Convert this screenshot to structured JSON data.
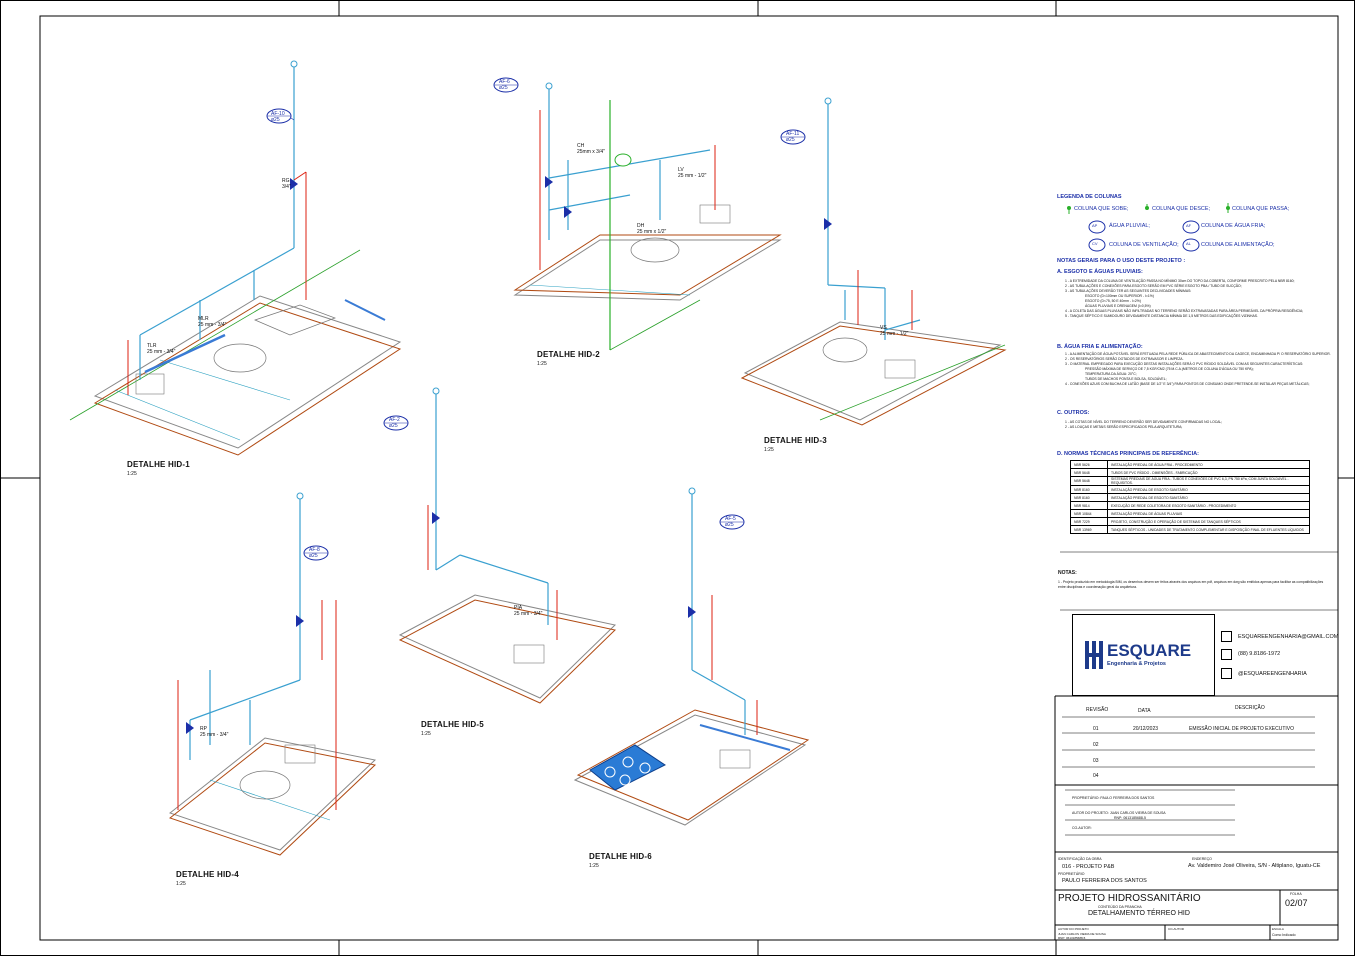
{
  "details": [
    {
      "title": "DETALHE HID-1",
      "scale": "1:25"
    },
    {
      "title": "DETALHE HID-2",
      "scale": "1:25"
    },
    {
      "title": "DETALHE HID-3",
      "scale": "1:25"
    },
    {
      "title": "DETALHE HID-4",
      "scale": "1:25"
    },
    {
      "title": "DETALHE HID-5",
      "scale": "1:25"
    },
    {
      "title": "DETALHE HID-6",
      "scale": "1:25"
    }
  ],
  "tags": {
    "hid1_col": [
      "AF-10",
      "ø25"
    ],
    "hid2_col": [
      "AF-6",
      "ø25"
    ],
    "hid3_col": [
      "AF-11",
      "ø25"
    ],
    "hid4_col": [
      "AF-8",
      "ø25"
    ],
    "hid5_col": [
      "AF-2",
      "ø25"
    ],
    "hid6_col": [
      "AF-5",
      "ø25"
    ]
  },
  "pipe_labels": {
    "rg": "RG\n3/4\"",
    "mlr": "MLR\n25 mm - 3/4\"",
    "tlr": "TLR\n25 mm - 3/4\"",
    "ch": "CH\n25mm x 3/4\"",
    "lv": "LV\n25 mm - 1/2\"",
    "vs": "VS\n25 mm - 1/2\"",
    "dh": "DH\n25 mm x 1/2\"",
    "pia": "PIA\n25 mm - 3/4\"",
    "rp": "RP\n25 mm - 3/4\""
  },
  "legend": {
    "title": "LEGENDA DE COLUNAS",
    "items": [
      "COLUNA QUE SOBE;",
      "COLUNA QUE DESCE;",
      "COLUNA QUE PASSA;",
      "ÁGUA PLUVIAL;",
      "COLUNA DE ÁGUA FRIA;",
      "COLUNA DE VENTILAÇÃO;",
      "COLUNA DE ALIMENTAÇÃO;"
    ],
    "badges": [
      "AP",
      "AF",
      "CV",
      "AL"
    ]
  },
  "notes": {
    "title": "NOTAS GERAIS PARA O USO DESTE PROJETO :",
    "section_a": "A. ESGOTO E ÁGUAS PLUVIAIS:",
    "section_b": "B. ÁGUA FRIA E ALIMENTAÇÃO:",
    "section_c": "C. OUTROS:",
    "section_d": "D. NORMAS TÉCNICAS PRINCIPAIS DE REFERÊNCIA:",
    "a_lines": [
      "1 - A EXTREMIDADE DA COLUNA DE VENTILAÇÃO PASSA NO MÍNIMO 30cm DO TOPO DA COBERTA, CONFORME PRESCRITO PELA NBR 8160;",
      "2 - AS TUBULAÇÕES E CONEXÕES PARA ESGOTO SERÃO EM PVC SÉRIE ESGOTO PBA / TUBO DE SUCÇÃO;",
      "3 - AS TUBULAÇÕES DEVERÃO TER AS SEGUINTES DECLIVIDADES MÍNIMAS:",
      "ESGOTO (D<100mm OU SUPERIOR - I=1%)",
      "ESGOTO (D<75, 50 E 40mm - I=2%)",
      "ÁGUAS PLUVIAIS E DRENAGEM (I=0,5%)",
      "4 - A COLETA DAS ÁGUAS PLUVIAIS NÃO INFILTRADAS NO TERRENO SERÃO EXTRAVASADAS PARA ÁREA PERMEÁVEL DA PRÓPRIA RESIDÊNCIA;",
      "5 - TANQUE SÉPTICO E SUMIDOURO DEVIDAMENTE DISTANCIA MÍNIMA DE 1,5 METROS DAS EDIFICAÇÕES VIZINHAS."
    ],
    "b_lines": [
      "1 - A ALIMENTAÇÃO DE ÁGUA POTÁVEL SERÁ EFETUADA PELA REDE PÚBLICA DE ABASTECIMENTO DA CAGECE, ENCAMINHADA P/ O RESERVATÓRIO SUPERIOR.",
      "2 - OS RESERVATÓRIOS SERÃO DOTADOS DE EXTRAVASOR E LIMPEZA.",
      "3 - O MATERIAL EMPREGADO PARA EXECUÇÃO DESTAS INSTALAÇÕES SERÁ O PVC RÍGIDO SOLDÁVEL COM AS SEGUINTES CARACTERÍSTICAS:",
      "PRESSÃO MÁXIMA DE SERVIÇO DE 7,5 KGF/CM2 (75 M.C.A.)METROS DE COLUNA D'ÁGUA OU 750 KPA);",
      "TEMPERATURA DA ÁGUA: 20°C;",
      "TUBOS DE MACHOS PONTA E BOLSA, SOLDÁVEL;",
      "4 - CONEXÕES AZUIS COM BUCHA DE LATÃO (BASE DE 1/2\" E 3/4\") PARA PONTOS DE CONSUMO ONDE PRETENDE-SE INSTALAR PEÇAS METÁLICAS;"
    ],
    "c_lines": [
      "1 - AS COTAS DE NÍVEL DO TERRENO DEVERÃO SER DEVIDAMENTE CONFIRMADAS NO LOCAL;",
      "2 - AS LOUÇAS E METAIS SERÃO ESPECIFICADOS PELA ARQUITETURA;"
    ]
  },
  "norms": [
    [
      "NBR 5626",
      "INSTALAÇÃO PREDIAL DE ÁGUA FRIA - PROCEDIMENTO"
    ],
    [
      "NBR 5648",
      "TUBOS DE PVC RÍGIDO - DIMENSÕES - FABRICAÇÃO"
    ],
    [
      "NBR 5648",
      "SISTEMAS PREDIAIS DE ÁGUA FRIA - TUBOS E CONEXÕES DE PVC 6,3, PN 750 kPa, COM JUNTA SOLDÁVEL - REQUISITOS."
    ],
    [
      "NBR 8160",
      "INSTALAÇÃO PREDIAL DE ESGOTO SANITÁRIO"
    ],
    [
      "NBR 8160",
      "INSTALAÇÃO PREDIAL DE ESGOTO SANITÁRIO"
    ],
    [
      "NBR 9814",
      "EXECUÇÃO DE REDE COLETORA DE ESGOTO SANITÁRIO - PROCEDIMENTO"
    ],
    [
      "NBR 10844",
      "INSTALAÇÃO PREDIAL DE ÁGUAS PLUVIAIS"
    ],
    [
      "NBR 7229",
      "PROJETO, CONSTRUÇÃO E OPERAÇÃO DE SISTEMAS DE TANQUES SÉPTICOS"
    ],
    [
      "NBR 13969",
      "TANQUES SÉPTICOS - UNIDADES DE TRATAMENTO COMPLEMENTAR E DISPOSIÇÃO FINAL DE EFLUENTES LÍQUIDOS"
    ]
  ],
  "notas": {
    "title": "NOTAS:",
    "text": "1 - Projeto produzido em metodologia BIM, os desenhos devem ser feitos através dos arquivos em pdf, arquivos em dwg são emitidos apenas para facilitar as compatibilizações entre disciplinas e coordenação geral da arquitetura."
  },
  "company": {
    "name": "ESQUARE",
    "tagline": "Engenharia & Projetos",
    "email": "ESQUAREENGENHARIA@GMAIL.COM",
    "phone": "(88) 9.8186-1972",
    "instagram": "@ESQUAREENGENHARIA"
  },
  "revisions": {
    "headers": [
      "REVISÃO",
      "DATA",
      "DESCRIÇÃO"
    ],
    "rows": [
      [
        "01",
        "20/12/2023",
        "EMISSÃO INICIAL DE PROJETO EXECUTIVO"
      ],
      [
        "02",
        "",
        ""
      ],
      [
        "03",
        "",
        ""
      ],
      [
        "04",
        "",
        ""
      ]
    ]
  },
  "owner": {
    "proprietario_label": "PROPRIETÁRIO:",
    "proprietario": "PAULO FERREIRA DOS SANTOS",
    "autor_label": "AUTOR DO PROJETO:",
    "autor": "JUAN CARLOS VIEIRA DE SOUSA",
    "autor_rnp": "RNP: 0613185688-5",
    "coautor_label": "CO-AUTOR:"
  },
  "titleblock": {
    "cert_label": "IDENTIFICAÇÃO DA OBRA",
    "obra": "016 - PROJETO P&B",
    "prop_label": "PROPRIETÁRIO",
    "prop": "PAULO FERREIRA DOS SANTOS",
    "end_label": "ENDEREÇO",
    "endereco": "Av. Valdemiro José Oliveira, S/N - Altiplano, Iguatu-CE",
    "project": "PROJETO HIDROSSANITÁRIO",
    "content_label": "CONTEÚDO DA PRANCHA",
    "content": "DETALHAMENTO TÉRREO HID",
    "folha_label": "FOLHA",
    "folha": "02/07",
    "autor_label": "AUTOR DO PROJETO",
    "autor": "JUAN CARLOS VIEIRA DE SOUSA",
    "autor_rnp": "RNP: 0613185688-5",
    "coautor_label": "CO-AUTOR",
    "escala_label": "ESCALA",
    "escala": "Como Indicado"
  }
}
